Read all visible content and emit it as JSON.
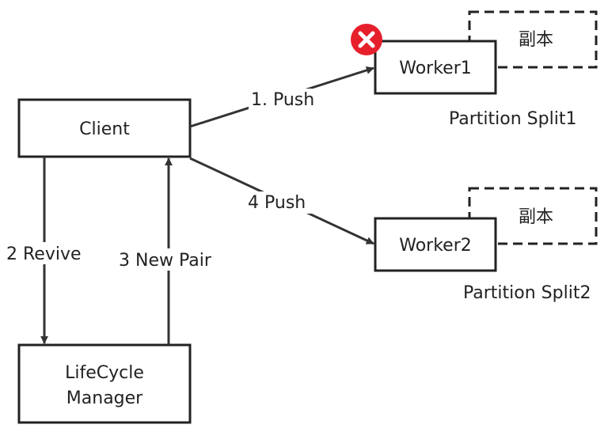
{
  "nodes": {
    "client": "Client",
    "lifecycle_line1": "LifeCycle",
    "lifecycle_line2": "Manager",
    "worker1": "Worker1",
    "worker2": "Worker2",
    "replica1": "副本",
    "replica2": "副本"
  },
  "partitions": {
    "split1": "Partition Split1",
    "split2": "Partition Split2"
  },
  "edges": {
    "push1": "1. Push",
    "revive": "2 Revive",
    "new_pair": "3 New Pair",
    "push4": "4 Push"
  },
  "status": {
    "worker1_failed_icon": "error-x-icon",
    "error_color": "#e6202b"
  }
}
